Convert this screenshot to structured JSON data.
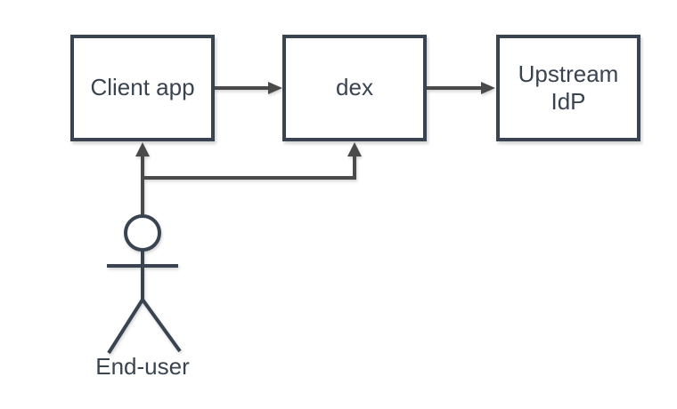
{
  "diagram": {
    "type": "flow-diagram",
    "nodes": [
      {
        "id": "client-app",
        "label": "Client app"
      },
      {
        "id": "dex",
        "label": "dex"
      },
      {
        "id": "upstream-idp",
        "label": "Upstream\nIdP"
      }
    ],
    "actor": {
      "id": "end-user",
      "label": "End-user"
    },
    "edges": [
      {
        "from": "Client app",
        "to": "dex"
      },
      {
        "from": "dex",
        "to": "Upstream IdP"
      },
      {
        "from": "End-user",
        "to": "Client app"
      },
      {
        "from": "End-user",
        "to": "dex"
      }
    ],
    "colors": {
      "node_border": "#3a4450",
      "node_fill": "#ffffff",
      "edge": "#4a4a4a",
      "text": "#3a4450",
      "background": "#ffffff"
    }
  }
}
